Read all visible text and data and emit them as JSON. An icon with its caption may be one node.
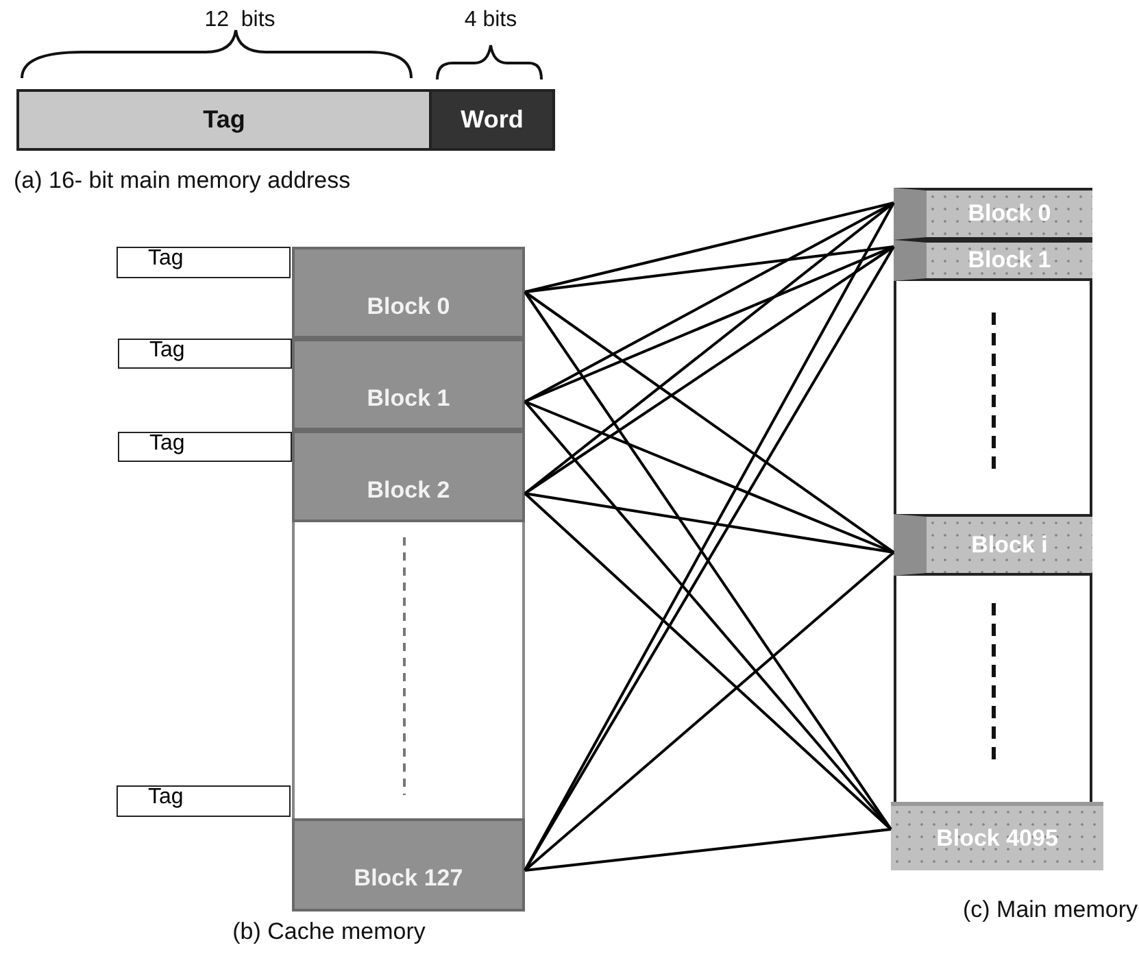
{
  "diagram": {
    "nodes": [
      {
        "text": [
          "Tag"
        ]
      },
      {
        "text": [
          "Word"
        ]
      },
      {
        "text": [
          "Tag"
        ]
      },
      {
        "text": [
          "Block 0"
        ]
      },
      {
        "text": [
          "Tag"
        ]
      },
      {
        "text": [
          "Block 1"
        ]
      },
      {
        "text": [
          "Tag"
        ]
      },
      {
        "text": [
          "Block 2"
        ]
      },
      {
        "text": [
          "Tag"
        ]
      },
      {
        "text": [
          "Block 127"
        ]
      },
      {
        "text": [
          "Block 0"
        ]
      },
      {
        "text": [
          "Block 1"
        ]
      },
      {
        "text": [
          "Block i"
        ]
      },
      {
        "text": [
          "Block 4095"
        ]
      }
    ],
    "edges": [
      {
        "from": 3,
        "to": 10,
        "arrow": "none"
      },
      {
        "from": 3,
        "to": 11,
        "arrow": "none"
      },
      {
        "from": 3,
        "to": 12,
        "arrow": "none"
      },
      {
        "from": 3,
        "to": 13,
        "arrow": "none"
      },
      {
        "from": 5,
        "to": 10,
        "arrow": "none"
      },
      {
        "from": 5,
        "to": 11,
        "arrow": "none"
      },
      {
        "from": 5,
        "to": 12,
        "arrow": "none"
      },
      {
        "from": 5,
        "to": 13,
        "arrow": "none"
      },
      {
        "from": 7,
        "to": 10,
        "arrow": "none"
      },
      {
        "from": 7,
        "to": 11,
        "arrow": "none"
      },
      {
        "from": 7,
        "to": 12,
        "arrow": "none"
      },
      {
        "from": 7,
        "to": 13,
        "arrow": "none"
      },
      {
        "from": 9,
        "to": 10,
        "arrow": "none"
      },
      {
        "from": 9,
        "to": 11,
        "arrow": "none"
      },
      {
        "from": 9,
        "to": 12,
        "arrow": "none"
      },
      {
        "from": 9,
        "to": 13,
        "arrow": "none"
      }
    ],
    "labels": [
      "12  bits",
      "4 bits",
      "(a) 16- bit main memory address",
      "(b) Cache memory",
      "(c) Main memory"
    ]
  }
}
